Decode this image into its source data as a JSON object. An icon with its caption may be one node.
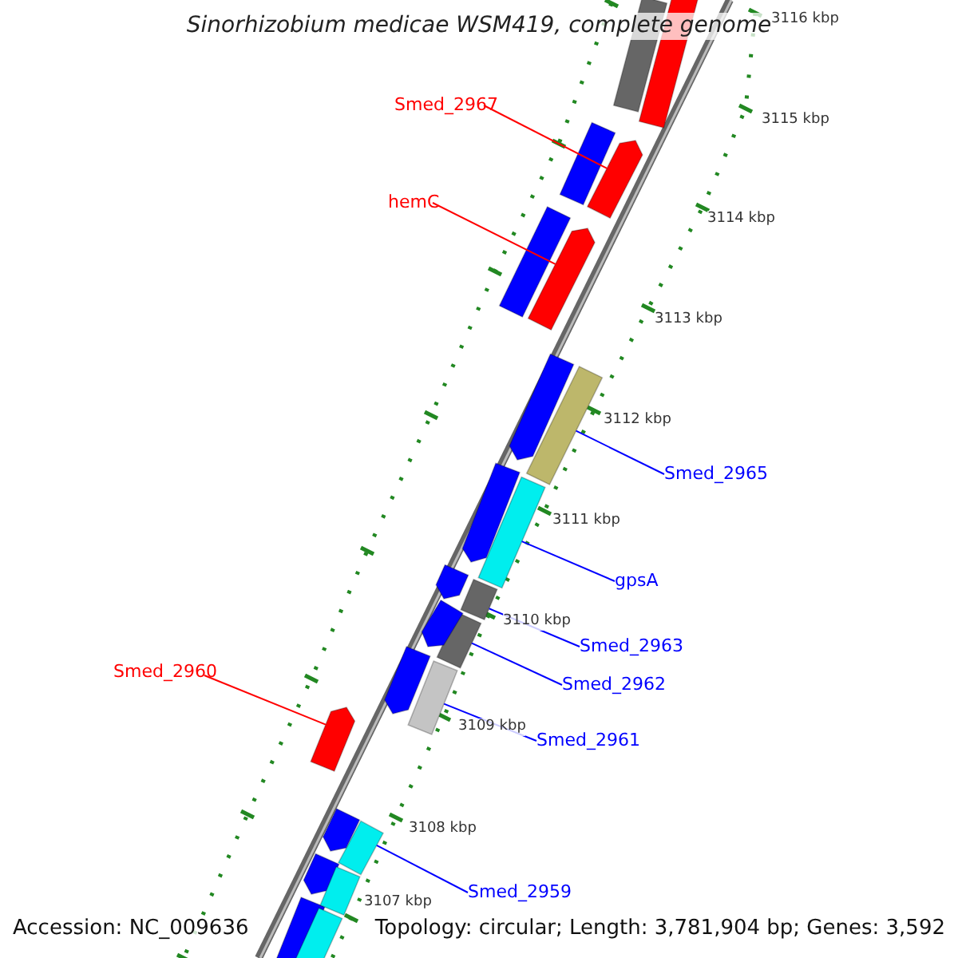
{
  "diagram": {
    "title": "Sinorhizobium medicae WSM419, complete genome",
    "nodes": [
      {
        "text": [
          "Smed_2967"
        ]
      },
      {
        "text": [],
        "shape": "bar"
      },
      {
        "text": [
          "hemC"
        ]
      },
      {
        "text": [],
        "shape": "bar"
      },
      {
        "text": [
          "Smed_2965"
        ]
      },
      {
        "text": [],
        "shape": "bar"
      },
      {
        "text": [
          "gpsA"
        ]
      },
      {
        "text": [],
        "shape": "bar"
      },
      {
        "text": [
          "Smed_2963"
        ]
      },
      {
        "text": [],
        "shape": "bar"
      },
      {
        "text": [
          "Smed_2960"
        ]
      },
      {
        "text": [],
        "shape": "bar"
      },
      {
        "text": [
          "Smed_2962"
        ]
      },
      {
        "text": [],
        "shape": "bar"
      },
      {
        "text": [
          "Smed_2961"
        ]
      },
      {
        "text": [],
        "shape": "bar"
      },
      {
        "text": [
          "Smed_2959"
        ]
      },
      {
        "text": [],
        "shape": "bar"
      },
      {
        "text": [],
        "shape": "bar"
      },
      {
        "text": [],
        "shape": "bar"
      },
      {
        "text": [],
        "shape": "bar"
      },
      {
        "text": [],
        "shape": "bar"
      },
      {
        "text": [],
        "shape": "bar"
      },
      {
        "text": [],
        "shape": "bar"
      },
      {
        "text": [],
        "shape": "bar"
      },
      {
        "text": [],
        "shape": "bar"
      },
      {
        "text": [],
        "shape": "bar"
      },
      {
        "text": [],
        "shape": "bar"
      },
      {
        "text": [],
        "shape": "bar"
      },
      {
        "text": [],
        "shape": "bar"
      },
      {
        "text": [],
        "shape": "bar"
      },
      {
        "text": [],
        "shape": "bar"
      }
    ],
    "edges": [
      {
        "from": 0,
        "to": 1,
        "arrow": "none",
        "color": "#ff0000"
      },
      {
        "from": 2,
        "to": 3,
        "arrow": "none",
        "color": "#ff0000"
      },
      {
        "from": 4,
        "to": 5,
        "arrow": "none"
      },
      {
        "from": 6,
        "to": 7,
        "arrow": "none"
      },
      {
        "from": 8,
        "to": 9,
        "arrow": "none"
      },
      {
        "from": 10,
        "to": 11,
        "arrow": "none",
        "color": "#ff0000"
      },
      {
        "from": 12,
        "to": 13,
        "arrow": "none"
      },
      {
        "from": 14,
        "to": 15,
        "arrow": "none"
      },
      {
        "from": 16,
        "to": 17,
        "arrow": "none"
      }
    ],
    "labels": [
      "3116 kbp",
      "3115 kbp",
      "3114 kbp",
      "3113 kbp",
      "3112 kbp",
      "3111 kbp",
      "3110 kbp",
      "3109 kbp",
      "3108 kbp",
      "3107 kbp",
      "Accession: NC_009636",
      "Topology: circular; Length: 3,781,904 bp; Genes: 3,592"
    ]
  }
}
